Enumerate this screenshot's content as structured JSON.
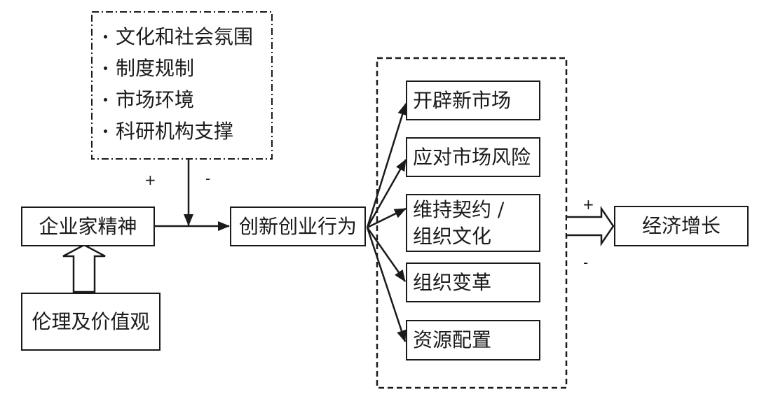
{
  "diagram": {
    "factors_group": {
      "items": [
        "文化和社会氛围",
        "制度规制",
        "市场环境",
        "科研机构支撑"
      ]
    },
    "factor_signs": {
      "plus": "+",
      "minus": "-"
    },
    "nodes": {
      "entrepreneurship": "企业家精神",
      "ethics_values": "伦理及价值观",
      "innovation_behavior": "创新创业行为",
      "economic_growth": "经济增长"
    },
    "outcomes": [
      {
        "label": "开辟新市场"
      },
      {
        "label": "应对市场风险"
      },
      {
        "label": "维持契约 /",
        "label2": "组织文化"
      },
      {
        "label": "组织变革"
      },
      {
        "label": "资源配置"
      }
    ],
    "growth_signs": {
      "plus": "+",
      "minus": "-"
    }
  }
}
